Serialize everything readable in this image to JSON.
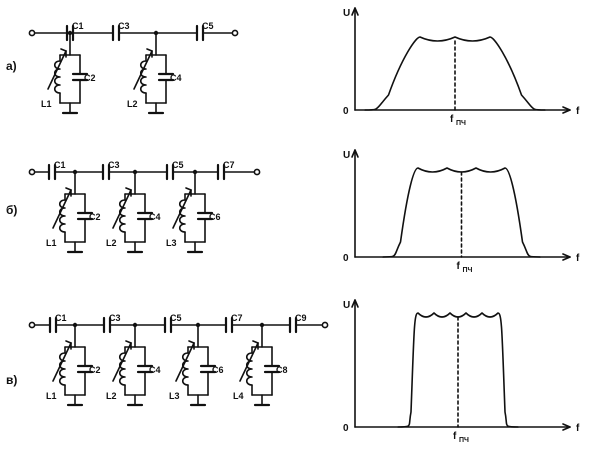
{
  "rows": [
    {
      "label": "а)",
      "series_caps": [
        "C1",
        "C3",
        "C5"
      ],
      "stages": [
        {
          "inductor": "L1",
          "capacitor": "C2"
        },
        {
          "inductor": "L2",
          "capacitor": "C4"
        }
      ]
    },
    {
      "label": "б)",
      "series_caps": [
        "C1",
        "C3",
        "C5",
        "C7"
      ],
      "stages": [
        {
          "inductor": "L1",
          "capacitor": "C2"
        },
        {
          "inductor": "L2",
          "capacitor": "C4"
        },
        {
          "inductor": "L3",
          "capacitor": "C6"
        }
      ]
    },
    {
      "label": "в)",
      "series_caps": [
        "C1",
        "C3",
        "C5",
        "C7",
        "C9"
      ],
      "stages": [
        {
          "inductor": "L1",
          "capacitor": "C2"
        },
        {
          "inductor": "L2",
          "capacitor": "C4"
        },
        {
          "inductor": "L3",
          "capacitor": "C6"
        },
        {
          "inductor": "L4",
          "capacitor": "C8"
        }
      ]
    }
  ],
  "graphs": [
    {
      "y_label": "U",
      "x_label": "f",
      "origin": "0",
      "center_label": "f",
      "center_sub": "ПЧ",
      "bumps": 2
    },
    {
      "y_label": "U",
      "x_label": "f",
      "origin": "0",
      "center_label": "f",
      "center_sub": "ПЧ",
      "bumps": 3
    },
    {
      "y_label": "U",
      "x_label": "f",
      "origin": "0",
      "center_label": "f",
      "center_sub": "ПЧ",
      "bumps": 5
    }
  ]
}
